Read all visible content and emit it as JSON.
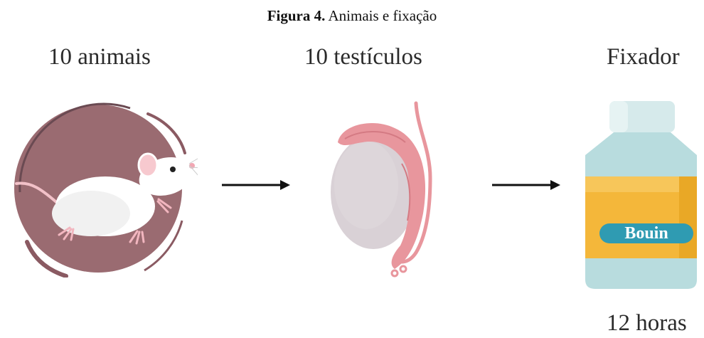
{
  "caption": {
    "figure_label": "Figura 4.",
    "text": "Animais e fixação"
  },
  "steps": [
    {
      "label": "10 animais",
      "icon": "rat-icon"
    },
    {
      "label": "10 testículos",
      "icon": "testis-icon"
    },
    {
      "label": "Fixador",
      "icon": "bottle-icon",
      "bottle_label": "Bouin",
      "duration": "12 horas"
    }
  ],
  "colors": {
    "circle": "#9a6b71",
    "bottle_body": "#b8dcde",
    "bottle_band": "#f4b73a",
    "bottle_tag": "#2f9bb2",
    "epididymis": "#e8969d",
    "testis": "#d9d1d6"
  }
}
